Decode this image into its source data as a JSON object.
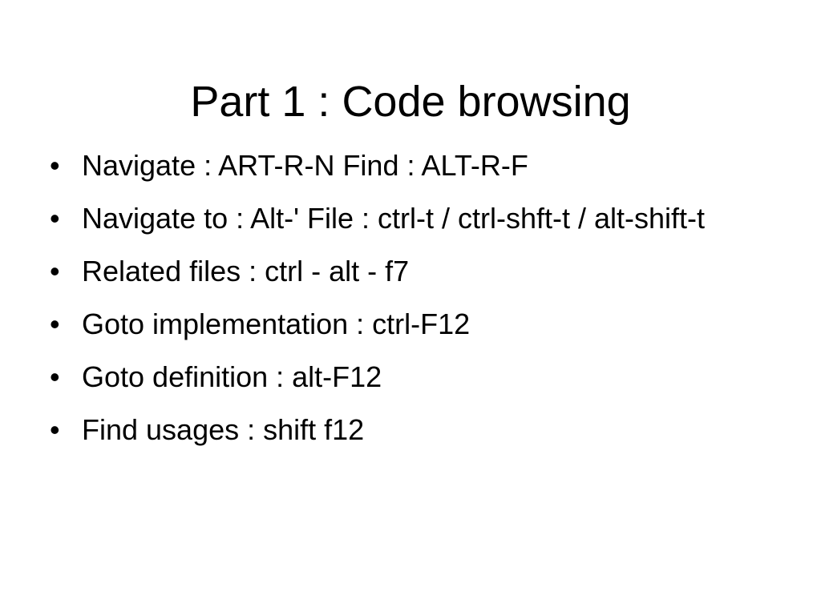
{
  "slide": {
    "title": "Part 1 : Code browsing",
    "background_color": "#ffffff",
    "text_color": "#000000",
    "bullet_glyph": "•",
    "bullets": [
      {
        "text": "Navigate : ART-R-N Find : ALT-R-F"
      },
      {
        "text": "Navigate to : Alt-' File : ctrl-t / ctrl-shft-t / alt-shift-t"
      },
      {
        "text": "Related files : ctrl - alt - f7"
      },
      {
        "text": "Goto implementation : ctrl-F12"
      },
      {
        "text": "Goto definition : alt-F12"
      },
      {
        "text": "Find usages : shift f12"
      }
    ]
  }
}
